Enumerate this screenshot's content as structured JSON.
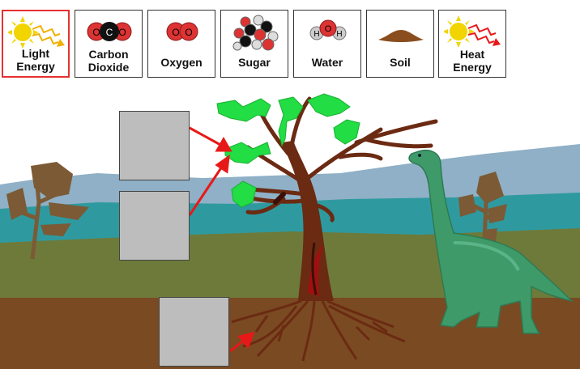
{
  "palette": {
    "items": [
      {
        "id": "light-energy",
        "line1": "Light",
        "line2": "Energy",
        "icon": "sun-rays-icon",
        "selected": true
      },
      {
        "id": "carbon-dioxide",
        "line1": "Carbon",
        "line2": "Dioxide",
        "icon": "co2-molecule-icon",
        "atoms": [
          "O",
          "C",
          "O"
        ]
      },
      {
        "id": "oxygen",
        "line1": "Oxygen",
        "line2": "",
        "icon": "o2-molecule-icon",
        "atoms": [
          "O",
          "O"
        ]
      },
      {
        "id": "sugar",
        "line1": "Sugar",
        "line2": "",
        "icon": "sugar-molecule-icon"
      },
      {
        "id": "water",
        "line1": "Water",
        "line2": "",
        "icon": "water-molecule-icon",
        "atoms": [
          "H",
          "O",
          "H"
        ]
      },
      {
        "id": "soil",
        "line1": "Soil",
        "line2": "",
        "icon": "soil-pile-icon"
      },
      {
        "id": "heat-energy",
        "line1": "Heat",
        "line2": "Energy",
        "icon": "sun-heat-icon"
      }
    ]
  },
  "drop_targets": [
    {
      "id": "leaf-target-top",
      "points_to": "leaves"
    },
    {
      "id": "leaf-target-bottom",
      "points_to": "leaves"
    },
    {
      "id": "root-target",
      "points_to": "roots"
    }
  ],
  "colors": {
    "sky": "#ffffff",
    "far_hills": "#8fb0c6",
    "sea": "#2e9aa0",
    "ground": "#6e7a3a",
    "soil": "#7a4a22",
    "trunk": "#6b2a12",
    "leaf": "#22dd44",
    "dino": "#3f9a6a",
    "arrow": "#e81818",
    "selected_border": "#e53030"
  }
}
